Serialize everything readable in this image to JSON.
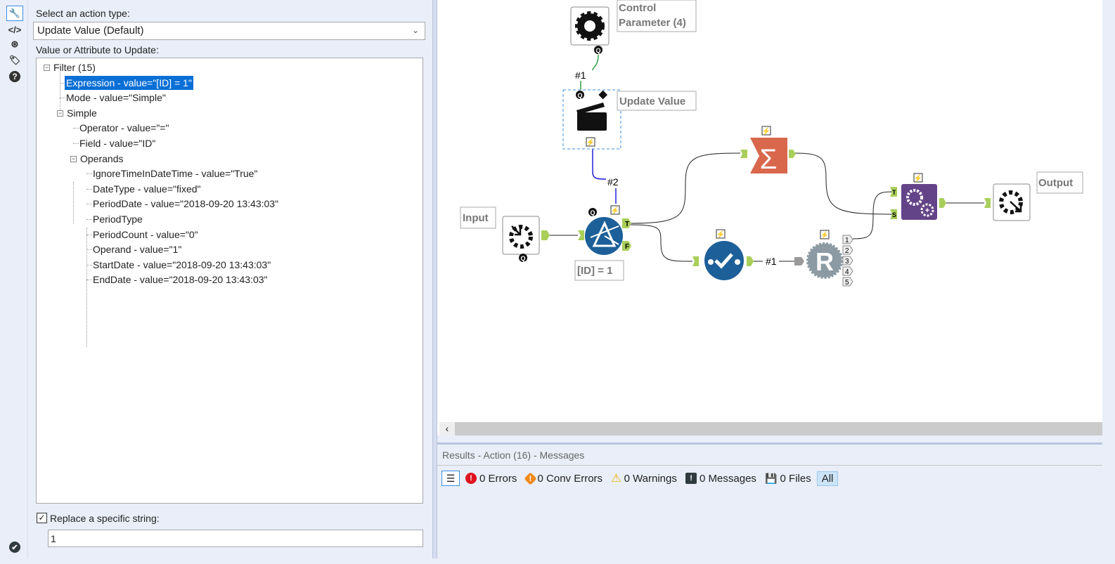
{
  "iconbar": {
    "items": [
      "configuration",
      "xml",
      "annotation",
      "tag",
      "help"
    ],
    "status": "valid"
  },
  "config": {
    "action_type_label": "Select an action type:",
    "action_type_value": "Update Value (Default)",
    "value_label": "Value or Attribute to Update:",
    "tree": [
      {
        "text": "Filter (15)",
        "level": 0,
        "expandable": true
      },
      {
        "text": "Expression - value=\"[ID] = 1\"",
        "level": 1,
        "selected": true
      },
      {
        "text": "Mode - value=\"Simple\"",
        "level": 1
      },
      {
        "text": "Simple",
        "level": 1,
        "expandable": true
      },
      {
        "text": "Operator - value=\"=\"",
        "level": 2
      },
      {
        "text": "Field - value=\"ID\"",
        "level": 2
      },
      {
        "text": "Operands",
        "level": 2,
        "expandable": true
      },
      {
        "text": "IgnoreTimeInDateTime - value=\"True\"",
        "level": 3
      },
      {
        "text": "DateType - value=\"fixed\"",
        "level": 3
      },
      {
        "text": "PeriodDate - value=\"2018-09-20 13:43:03\"",
        "level": 3
      },
      {
        "text": "PeriodType",
        "level": 3
      },
      {
        "text": "PeriodCount - value=\"0\"",
        "level": 3
      },
      {
        "text": "Operand - value=\"1\"",
        "level": 3
      },
      {
        "text": "StartDate - value=\"2018-09-20 13:43:03\"",
        "level": 3
      },
      {
        "text": "EndDate - value=\"2018-09-20 13:43:03\"",
        "level": 3
      }
    ],
    "replace_label": "Replace a specific string:",
    "replace_checked": true,
    "replace_value": "1"
  },
  "canvas": {
    "control_param_label": "Control",
    "control_param_label2": "Parameter (4)",
    "update_value_label": "Update Value",
    "input_label": "Input",
    "filter_label": "[ID] = 1",
    "output_label": "Output",
    "conn1": "#1",
    "conn2": "#2",
    "conn3": "#1",
    "anchor_q": "Q",
    "anchor_t": "T",
    "anchor_f": "F",
    "anchor_s": "S",
    "r_ports": [
      "1",
      "2",
      "3",
      "4",
      "5"
    ],
    "colors": {
      "filter": "#1d5f99",
      "summarize": "#d9674c",
      "macro": "#644488",
      "anchor": "#a9cf5a",
      "selection": "#3a8ee6"
    }
  },
  "results": {
    "title": "Results - Action (16) - Messages",
    "errors": "0 Errors",
    "conv_errors": "0 Conv Errors",
    "warnings": "0 Warnings",
    "messages": "0 Messages",
    "files": "0 Files",
    "all": "All"
  }
}
